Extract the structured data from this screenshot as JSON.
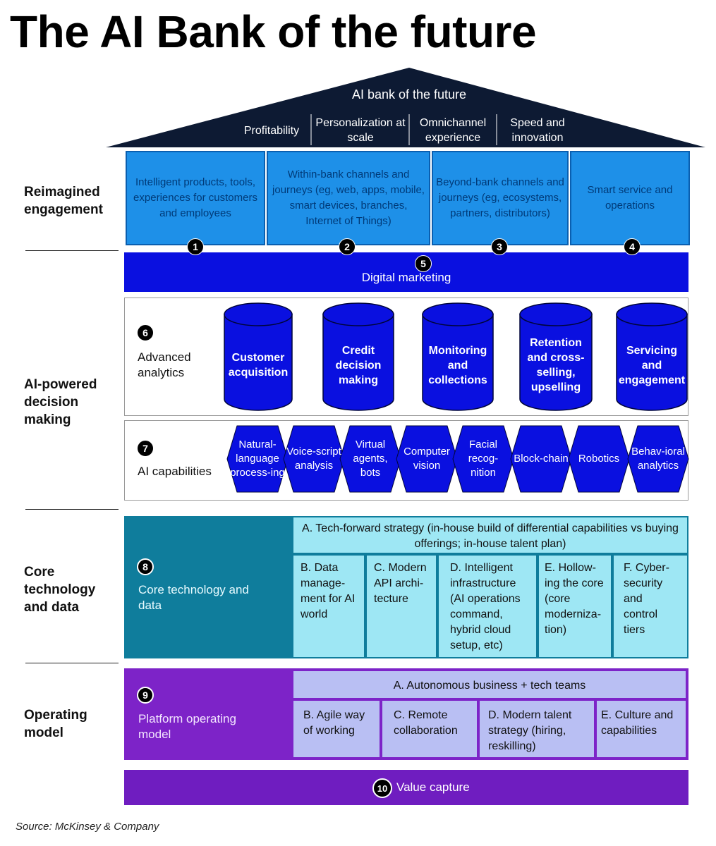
{
  "title": "The AI Bank of the future",
  "roof": {
    "title": "AI bank of the future",
    "pillars": [
      "Profitability",
      "Personalization at scale",
      "Omnichannel experience",
      "Speed and innovation"
    ]
  },
  "rows": {
    "engagement": "Reimagined engagement",
    "decision": "AI-powered decision making",
    "core": "Core technology and data",
    "operating": "Operating model"
  },
  "engagement_boxes": [
    {
      "num": "1",
      "text": "Intelligent products, tools, experiences for customers and employees"
    },
    {
      "num": "2",
      "text": "Within-bank channels and journeys (eg, web, apps, mobile, smart devices, branches, Internet of Things)"
    },
    {
      "num": "3",
      "text": "Beyond-bank channels and journeys (eg, ecosystems, partners, distributors)"
    },
    {
      "num": "4",
      "text": "Smart service and operations"
    }
  ],
  "digital_marketing": {
    "num": "5",
    "label": "Digital marketing"
  },
  "analytics": {
    "num": "6",
    "label": "Advanced analytics",
    "items": [
      "Customer acquisition",
      "Credit decision making",
      "Monitoring and collections",
      "Retention and cross-selling, upselling",
      "Servicing and engagement"
    ]
  },
  "ai_capabilities": {
    "num": "7",
    "label": "AI capabilities",
    "items": [
      "Natural-language process-ing",
      "Voice-script analysis",
      "Virtual agents, bots",
      "Computer vision",
      "Facial recog-nition",
      "Block-chain",
      "Robotics",
      "Behav-ioral analytics"
    ]
  },
  "core_tech": {
    "num": "8",
    "label": "Core technology and data",
    "top": "A. Tech-forward strategy (in-house build of differential capabilities vs buying offerings; in-house talent plan)",
    "items": [
      "B. Data manage-ment for AI world",
      "C. Modern API archi-tecture",
      "D. Intelligent infrastructure (AI operations command, hybrid cloud setup, etc)",
      "E. Hollow-ing the core (core moderniza-tion)",
      "F. Cyber-security and control tiers"
    ]
  },
  "operating_model": {
    "num": "9",
    "label": "Platform operating model",
    "top": "A. Autonomous business + tech teams",
    "items": [
      "B. Agile way of working",
      "C. Remote collaboration",
      "D. Modern talent strategy (hiring, reskilling)",
      "E. Culture and capabilities"
    ]
  },
  "value_capture": {
    "num": "10",
    "label": "Value capture"
  },
  "source": "Source: McKinsey & Company",
  "colors": {
    "roof": "#0d1a33",
    "engagement": "#1e90e8",
    "digital_marketing": "#0a10e0",
    "cylinder": "#0a10e0",
    "core": "#0f7d9c",
    "core_box": "#9ee7f4",
    "operating": "#7d23c8",
    "operating_box": "#b9bff3"
  }
}
